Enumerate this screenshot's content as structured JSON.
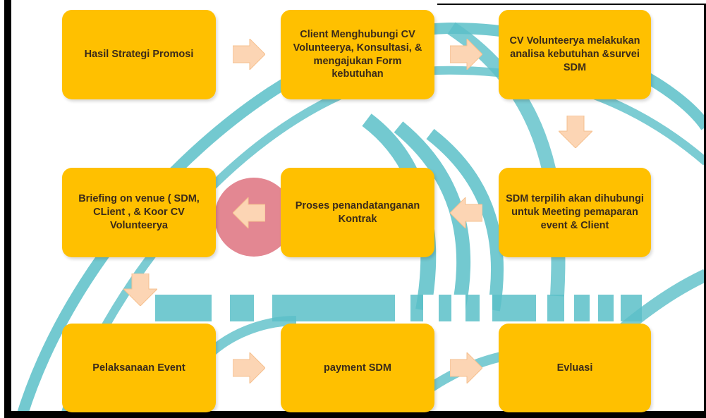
{
  "diagram": {
    "steps": [
      {
        "id": "s1",
        "label": "Hasil Strategi Promosi"
      },
      {
        "id": "s2",
        "label": "Client Menghubungi CV Volunteerya, Konsultasi, & mengajukan Form kebutuhan"
      },
      {
        "id": "s3",
        "label": "CV Volunteerya melakukan analisa kebutuhan &survei SDM"
      },
      {
        "id": "s4",
        "label": "SDM terpilih akan dihubungi untuk Meeting pemaparan event & Client"
      },
      {
        "id": "s5",
        "label": "Proses penandatanganan Kontrak"
      },
      {
        "id": "s6",
        "label": "Briefing on venue ( SDM, CLient , & Koor CV Volunteerya"
      },
      {
        "id": "s7",
        "label": "Pelaksanaan Event"
      },
      {
        "id": "s8",
        "label": "payment SDM"
      },
      {
        "id": "s9",
        "label": "Evluasi"
      }
    ],
    "colors": {
      "box": "#ffc000",
      "arrow": "#fcd5b4",
      "teal": "#5bbfc8",
      "circle": "#e07a86"
    }
  }
}
